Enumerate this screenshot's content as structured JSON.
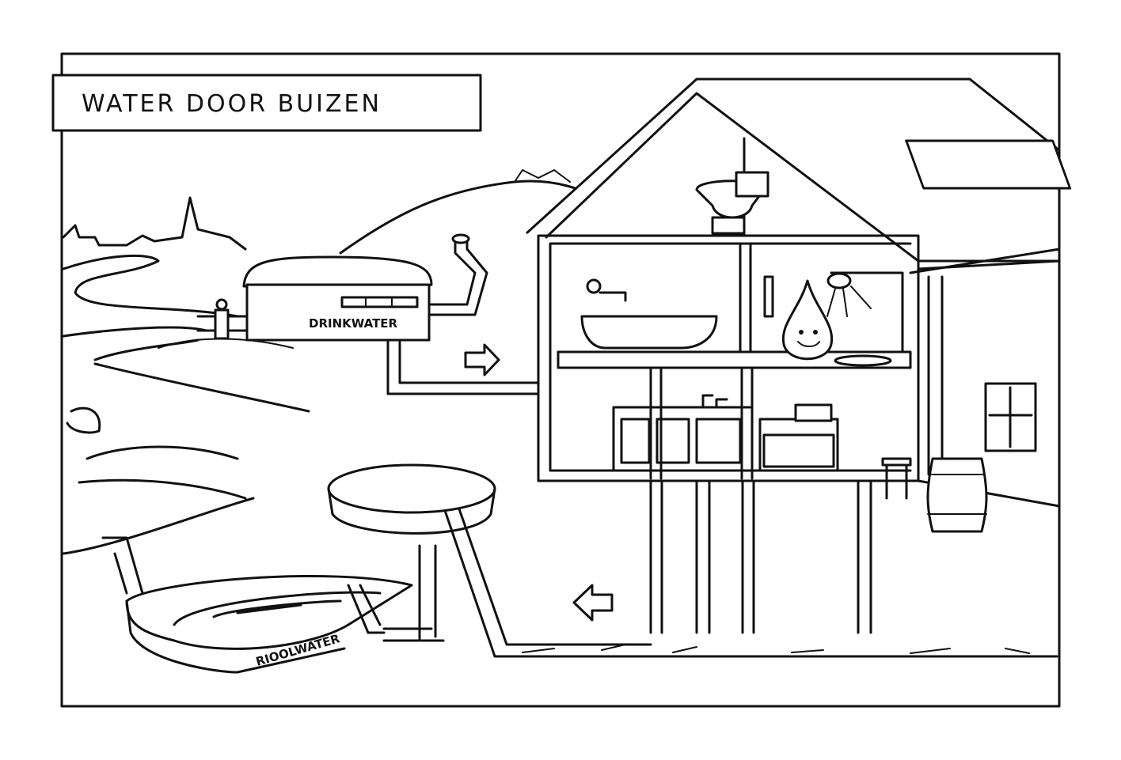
{
  "title": "WATER DOOR BUIZEN",
  "labels": {
    "drinkwater": "DRINKWATER",
    "rioolwater": "RIOOLWATER"
  },
  "colors": {
    "ink": "#111111",
    "paper": "#ffffff"
  }
}
